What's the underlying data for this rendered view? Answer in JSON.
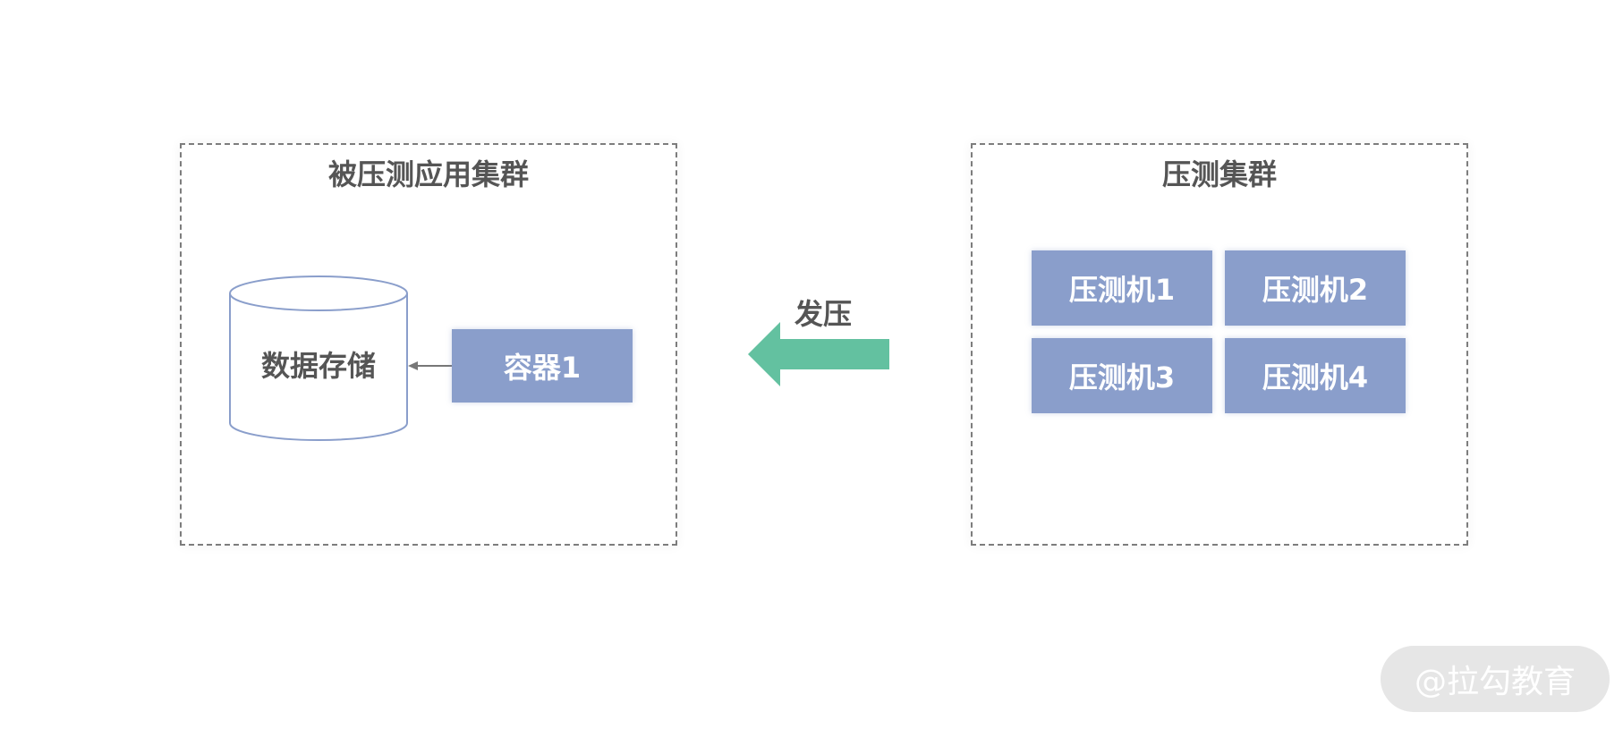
{
  "diagram": {
    "left_cluster": {
      "title": "被压测应用集群",
      "storage_label": "数据存储",
      "container_label": "容器1"
    },
    "arrow": {
      "label": "发压",
      "color": "#63c1a0"
    },
    "right_cluster": {
      "title": "压测集群",
      "machines": [
        "压测机1",
        "压测机2",
        "压测机3",
        "压测机4"
      ]
    },
    "colors": {
      "box_fill": "#8a9ecb",
      "border": "#7d7d7d",
      "text": "#555555"
    }
  },
  "watermark": "@拉勾教育"
}
